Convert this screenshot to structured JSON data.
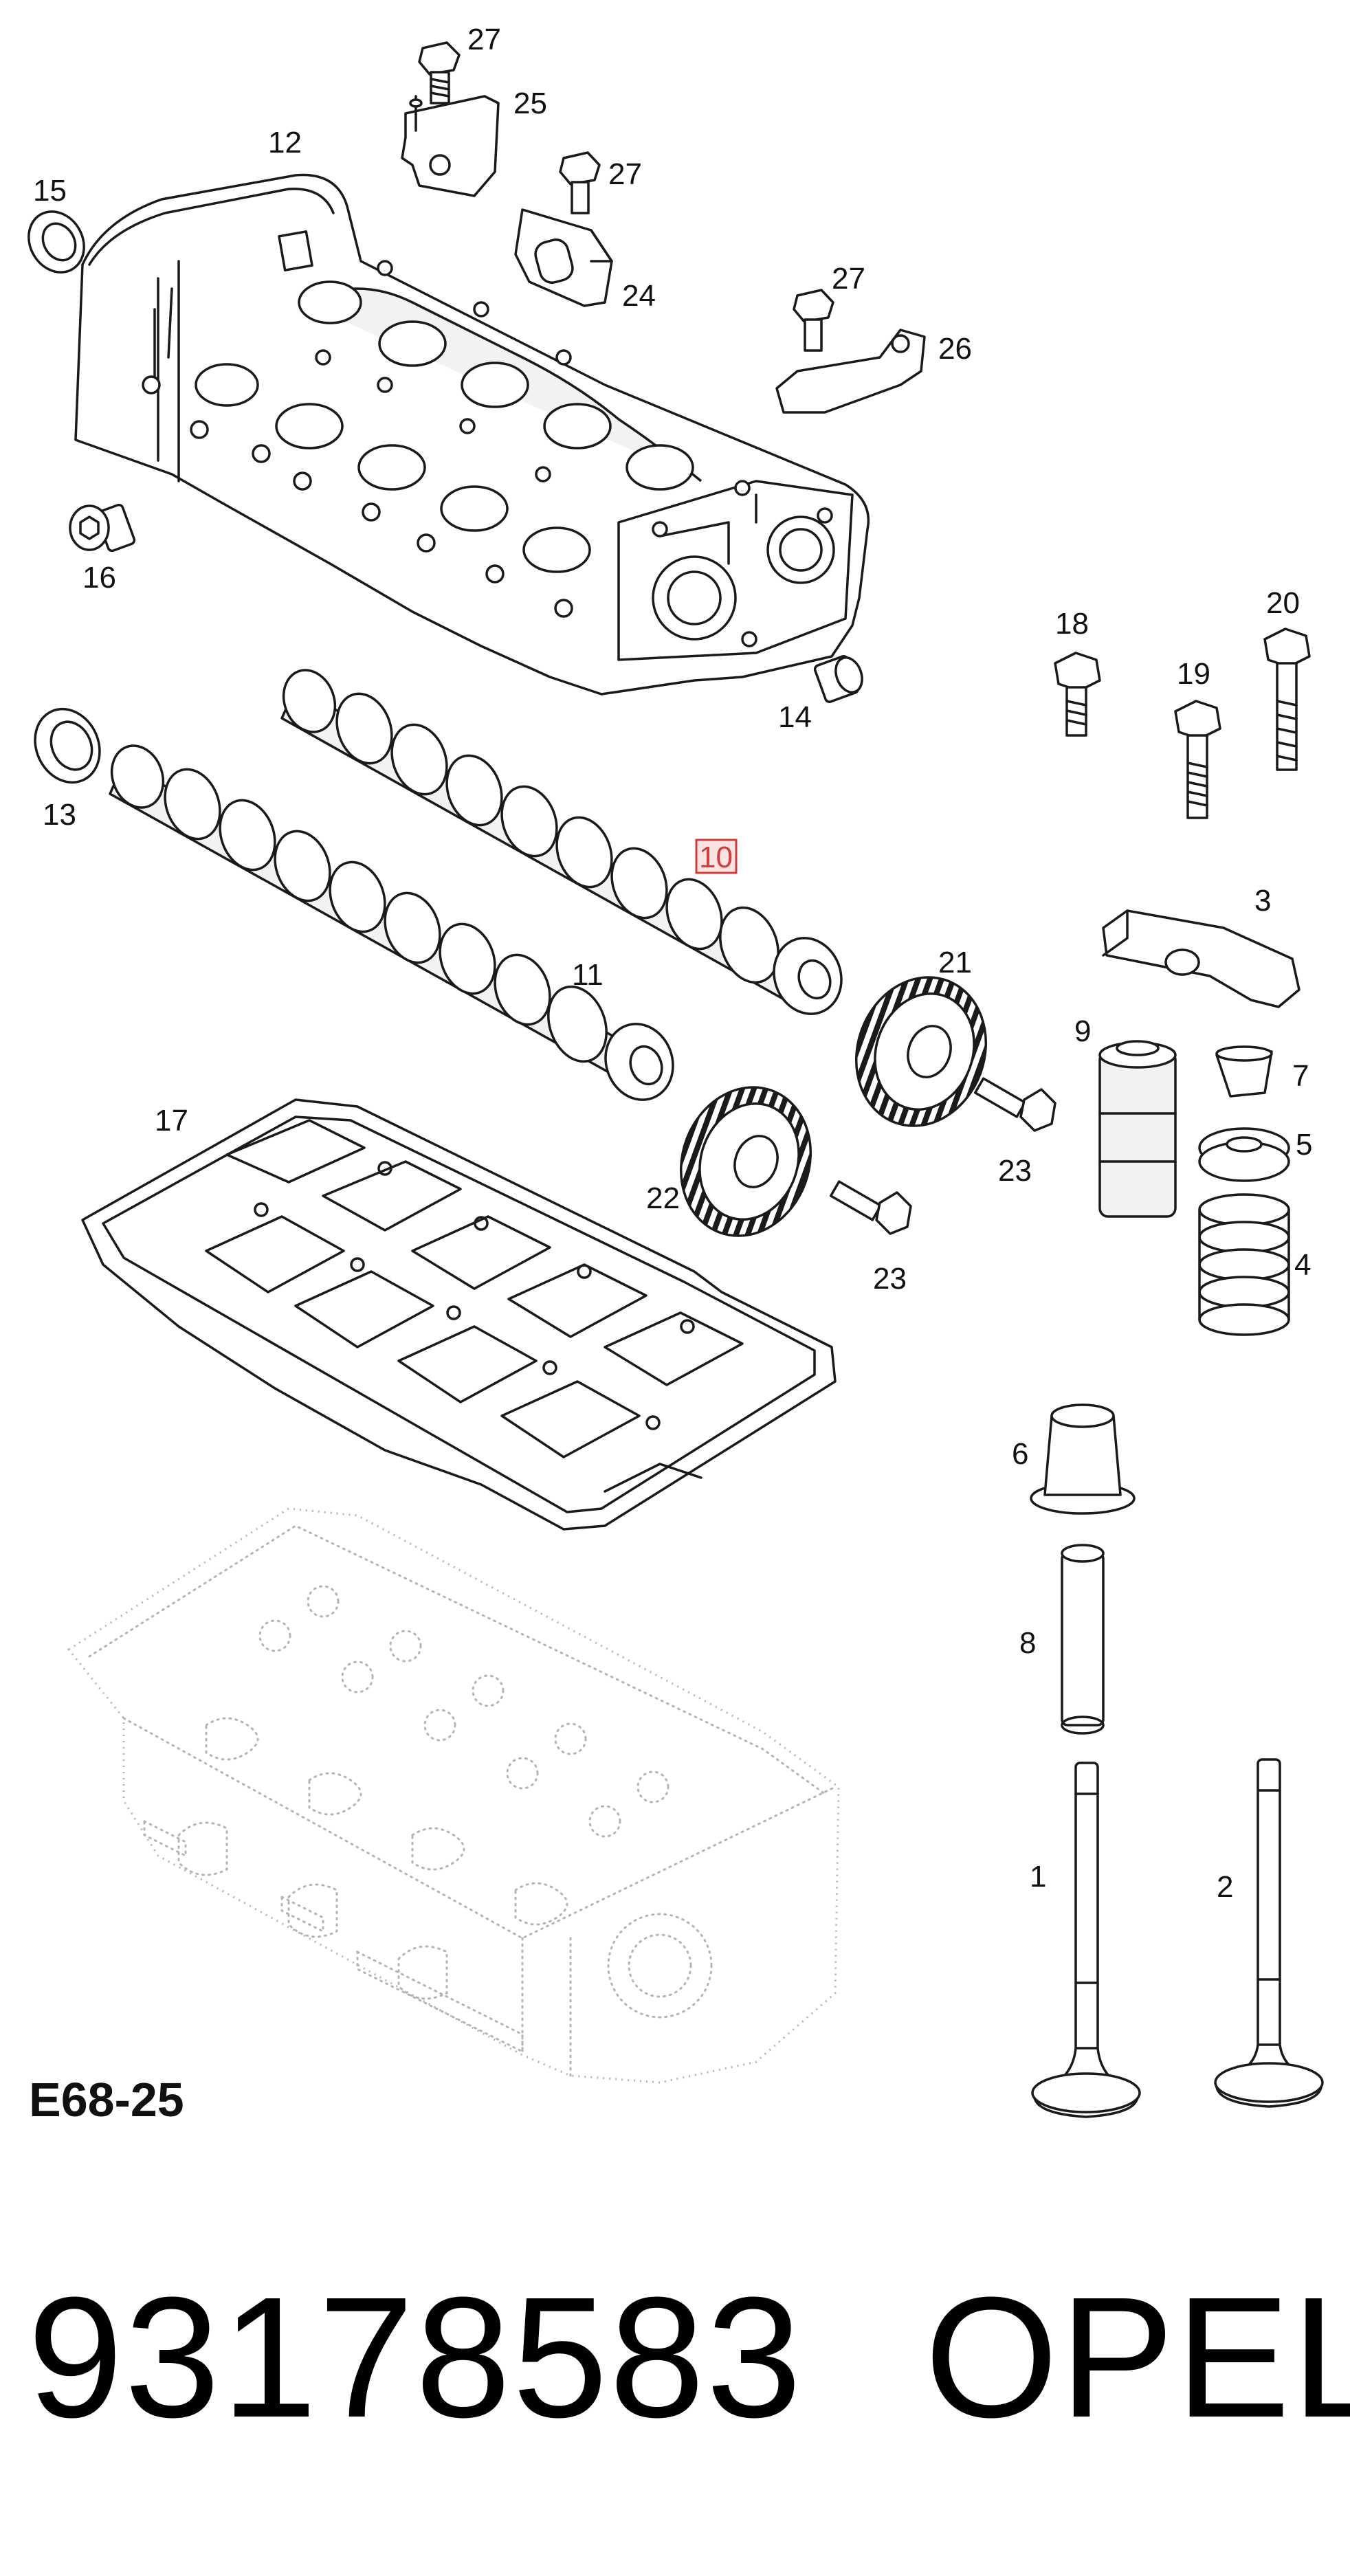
{
  "diagram": {
    "code": "E68-25",
    "highlighted_callout": "10",
    "callouts": {
      "c1": "1",
      "c2": "2",
      "c3": "3",
      "c4": "4",
      "c5": "5",
      "c6": "6",
      "c7": "7",
      "c8": "8",
      "c9": "9",
      "c10": "10",
      "c11": "11",
      "c12": "12",
      "c13": "13",
      "c14": "14",
      "c15": "15",
      "c16": "16",
      "c17": "17",
      "c18": "18",
      "c19": "19",
      "c20": "20",
      "c21": "21",
      "c22": "22",
      "c23a": "23",
      "c23b": "23",
      "c24": "24",
      "c25": "25",
      "c26": "26",
      "c27a": "27",
      "c27b": "27",
      "c27c": "27"
    }
  },
  "footer": {
    "part_number": "93178583",
    "brand": "OPEL"
  },
  "colors": {
    "line": "#1a1a1a",
    "ghost_line": "#b4b4b4",
    "highlight": "#d23c3c",
    "highlight_fill": "#fbe3e3"
  }
}
